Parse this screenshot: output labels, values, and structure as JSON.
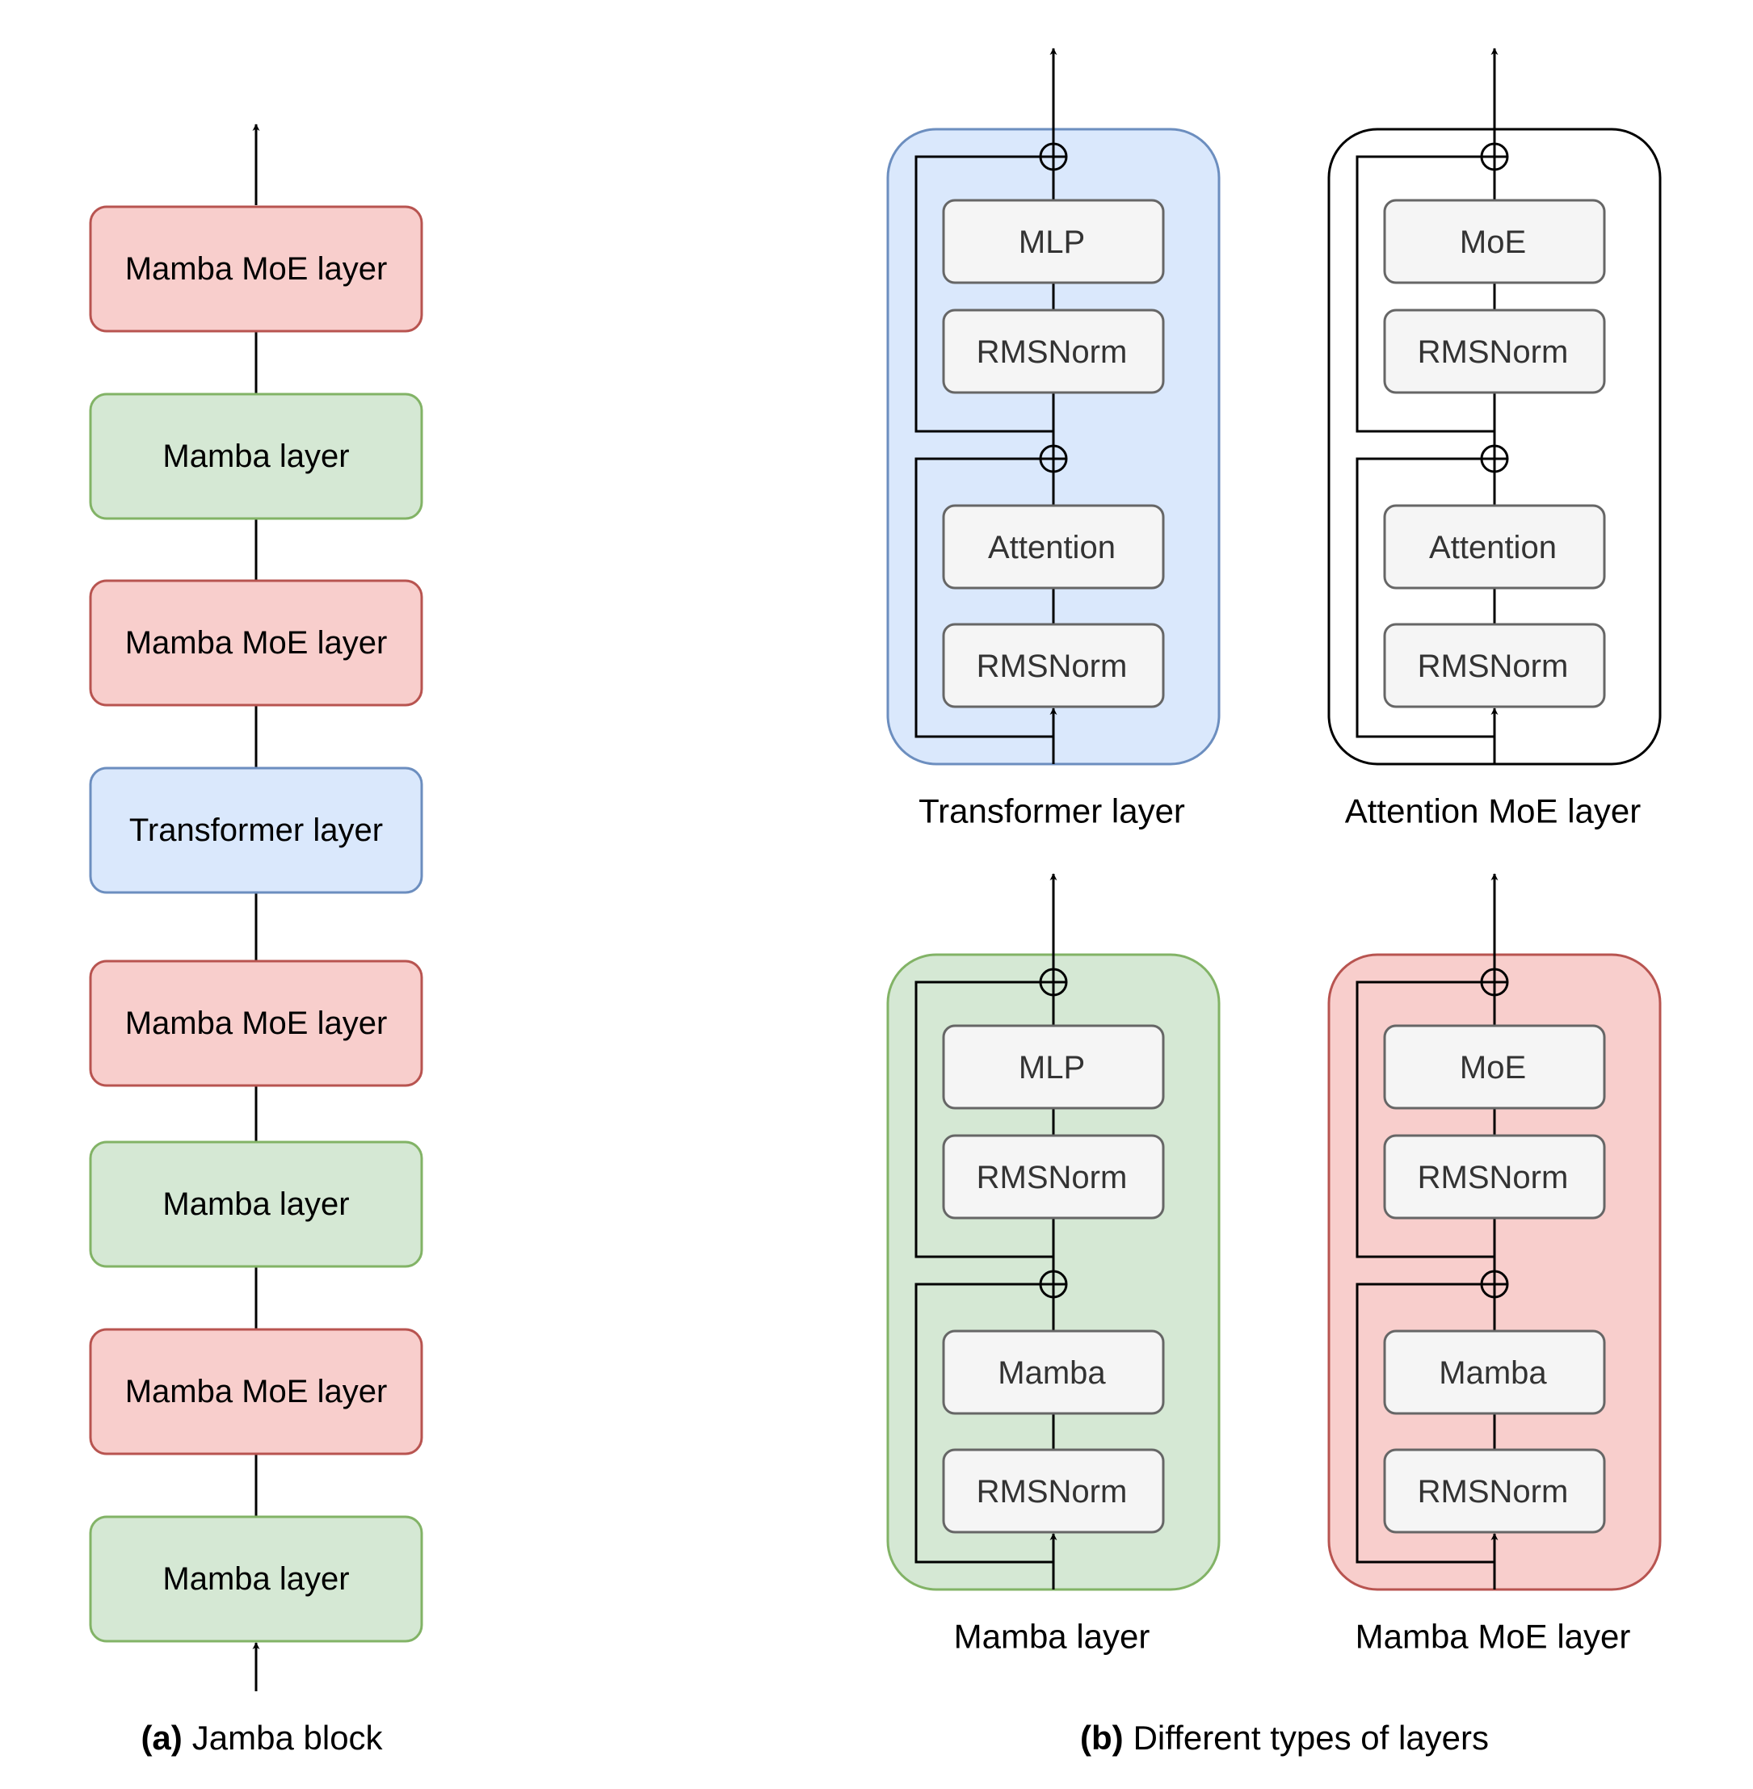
{
  "jamba_block": {
    "caption_prefix": "(a)",
    "caption": "Jamba block",
    "layers": [
      {
        "label": "Mamba MoE layer",
        "kind": "mamba_moe"
      },
      {
        "label": "Mamba layer",
        "kind": "mamba"
      },
      {
        "label": "Mamba MoE layer",
        "kind": "mamba_moe"
      },
      {
        "label": "Transformer layer",
        "kind": "transformer"
      },
      {
        "label": "Mamba MoE layer",
        "kind": "mamba_moe"
      },
      {
        "label": "Mamba layer",
        "kind": "mamba"
      },
      {
        "label": "Mamba MoE layer",
        "kind": "mamba_moe"
      },
      {
        "label": "Mamba layer",
        "kind": "mamba"
      }
    ]
  },
  "layer_types": {
    "caption_prefix": "(b)",
    "caption": "Different types of layers",
    "panels": [
      {
        "title": "Transformer layer",
        "kind": "transformer",
        "blocks": [
          "MLP",
          "RMSNorm",
          "Attention",
          "RMSNorm"
        ]
      },
      {
        "title": "Attention MoE layer",
        "kind": "attention_moe",
        "blocks": [
          "MoE",
          "RMSNorm",
          "Attention",
          "RMSNorm"
        ]
      },
      {
        "title": "Mamba layer",
        "kind": "mamba",
        "blocks": [
          "MLP",
          "RMSNorm",
          "Mamba",
          "RMSNorm"
        ]
      },
      {
        "title": "Mamba MoE layer",
        "kind": "mamba_moe",
        "blocks": [
          "MoE",
          "RMSNorm",
          "Mamba",
          "RMSNorm"
        ]
      }
    ]
  },
  "colors": {
    "mamba_moe": {
      "fill": "#f8cecc",
      "stroke": "#b85450"
    },
    "mamba": {
      "fill": "#d5e8d4",
      "stroke": "#82b366"
    },
    "transformer": {
      "fill": "#dae8fc",
      "stroke": "#6c8ebf"
    },
    "attention_moe": {
      "fill": "#ffffff",
      "stroke": "#000000"
    },
    "block": {
      "fill": "#f5f5f5",
      "stroke": "#666666"
    }
  }
}
